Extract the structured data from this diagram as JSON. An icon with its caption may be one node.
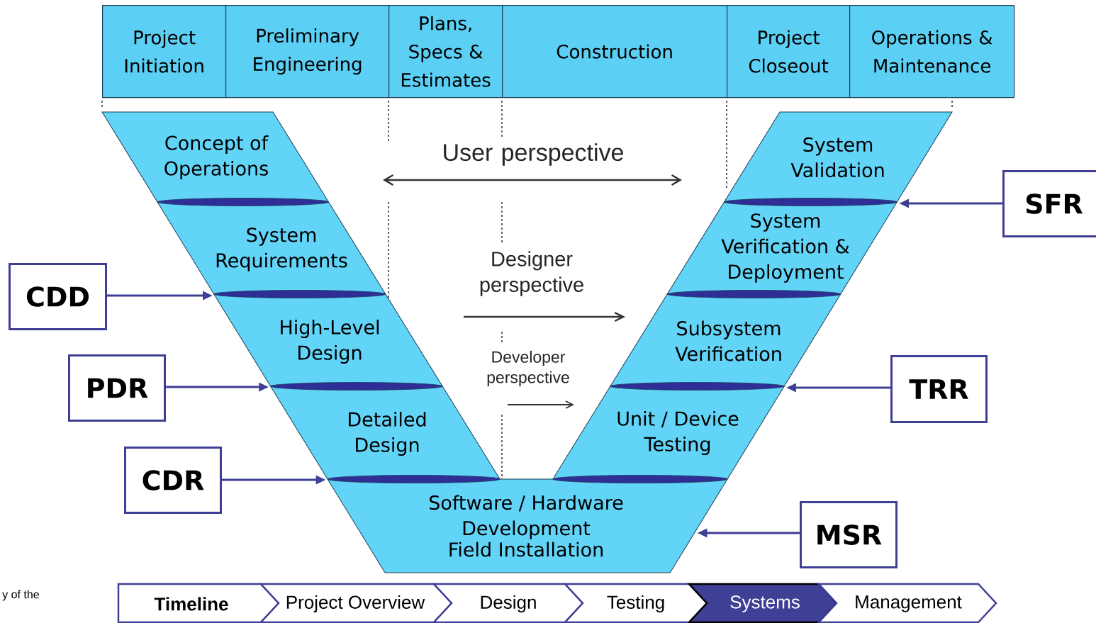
{
  "diagram": {
    "nodes": [
      {
        "text": [
          "Project Initiation"
        ]
      },
      {
        "text": [
          "Preliminary Engineering"
        ]
      },
      {
        "text": [
          "Plans, Specs & Estimates"
        ]
      },
      {
        "text": [
          "Construction"
        ]
      },
      {
        "text": [
          "Project Closeout"
        ]
      },
      {
        "text": [
          "Operations & Maintenance"
        ]
      },
      {
        "text": [
          "Concept of Operations"
        ]
      },
      {
        "text": [
          "System Requirements"
        ]
      },
      {
        "text": [
          "High-Level Design"
        ]
      },
      {
        "text": [
          "Detailed Design"
        ]
      },
      {
        "text": [
          "Software / Hardware Development",
          "Field Installation"
        ]
      },
      {
        "text": [
          "System Validation"
        ]
      },
      {
        "text": [
          "System Verification & Deployment"
        ]
      },
      {
        "text": [
          "Subsystem Verification"
        ]
      },
      {
        "text": [
          "Unit / Device Testing"
        ]
      },
      {
        "text": [
          "CDD"
        ]
      },
      {
        "text": [
          "PDR"
        ]
      },
      {
        "text": [
          "CDR"
        ]
      },
      {
        "text": [
          "SFR"
        ]
      },
      {
        "text": [
          "TRR"
        ]
      },
      {
        "text": [
          "MSR"
        ]
      },
      {
        "text": [
          "Timeline"
        ]
      },
      {
        "text": [
          "Project Overview"
        ]
      },
      {
        "text": [
          "Design"
        ]
      },
      {
        "text": [
          "Testing"
        ]
      },
      {
        "text": [
          "Systems"
        ]
      },
      {
        "text": [
          "Management"
        ]
      }
    ],
    "edges": [
      {
        "from": 15,
        "to": 7,
        "arrow": "to"
      },
      {
        "from": 16,
        "to": 8,
        "arrow": "to"
      },
      {
        "from": 17,
        "to": 9,
        "arrow": "to"
      },
      {
        "from": 18,
        "to": 11,
        "arrow": "to"
      },
      {
        "from": 19,
        "to": 13,
        "arrow": "to"
      },
      {
        "from": 20,
        "to": 10,
        "arrow": "to"
      }
    ],
    "labels": [
      "User perspective",
      "Designer perspective",
      "Developer perspective",
      "y of the"
    ]
  }
}
